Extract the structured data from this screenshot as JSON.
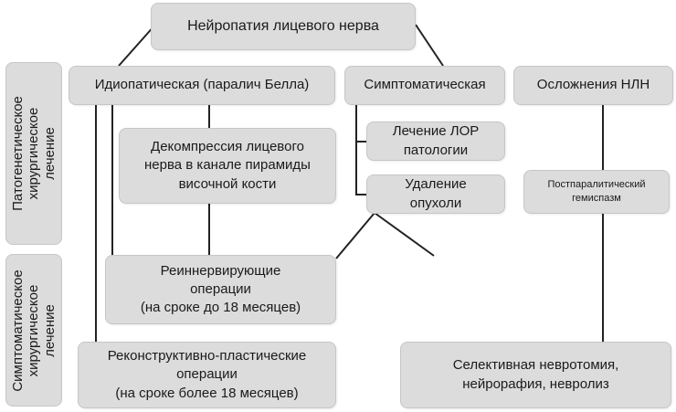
{
  "title": "Нейропатия лицевого нерва",
  "categories": {
    "idiopathic": "Идиопатическая (паралич Белла)",
    "symptomatic": "Симптоматическая",
    "complications": "Осложнения НЛН"
  },
  "side_labels": {
    "pathogenetic": "Патогенетическое\nхирургическое\nлечение",
    "symptomatic": "Симптоматическое\nхирургическое\nлечение"
  },
  "procedures": {
    "decompression": "Декомпрессия лицевого\nнерва в канале пирамиды\nвисочной кости",
    "ent_treatment": "Лечение ЛОР\nпатологии",
    "tumor_removal": "Удаление\nопухоли",
    "postparalytic": "Постпаралитический\nгемиспазм",
    "reinnervation": "Реиннервирующие\nоперации\n(на сроке до 18 месяцев)",
    "reconstructive": "Реконструктивно-пластические\nоперации\n(на сроке более 18 месяцев)",
    "selective": "Селективная невротомия,\nнейрорафия, невролиз"
  }
}
